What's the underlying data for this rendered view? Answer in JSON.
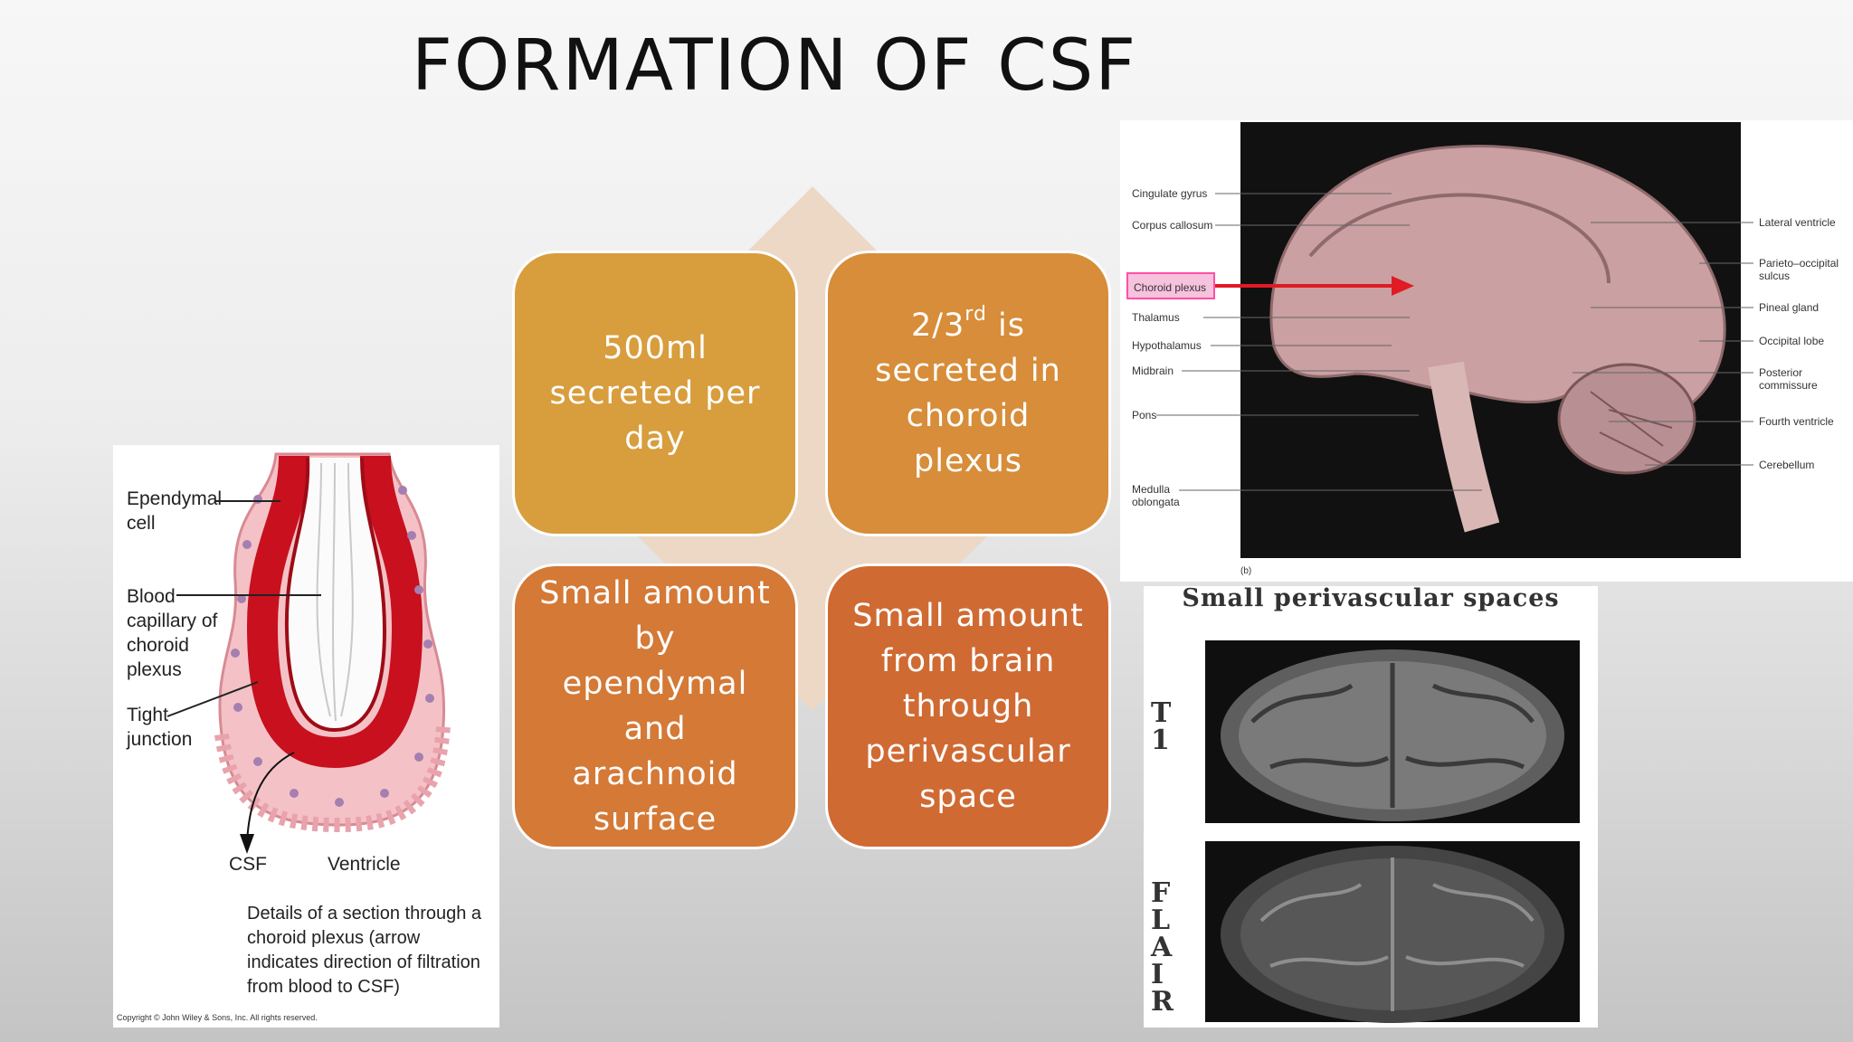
{
  "slide": {
    "title": "FORMATION OF CSF"
  },
  "tiles": [
    {
      "before": "500ml secreted per day",
      "sup": "",
      "after": ""
    },
    {
      "before": "2/3",
      "sup": "rd",
      "after": " is secreted in choroid plexus"
    },
    {
      "before": "Small amount by ependymal and arachnoid surface",
      "sup": "",
      "after": ""
    },
    {
      "before": "Small amount from brain through perivascular space",
      "sup": "",
      "after": ""
    }
  ],
  "choroid_diagram": {
    "ependymal": "Ependymal cell",
    "blood_capillary": "Blood capillary of choroid plexus",
    "tight_junction": "Tight junction",
    "csf": "CSF",
    "ventricle": "Ventricle",
    "caption": "Details of a section through a choroid plexus (arrow indicates direction of filtration from blood to CSF)",
    "copyright": "Copyright © John Wiley & Sons, Inc. All rights reserved."
  },
  "brain_diagram": {
    "left_labels": [
      "Cingulate gyrus",
      "Corpus callosum",
      "Choroid plexus",
      "Thalamus",
      "Hypothalamus",
      "Midbrain",
      "Pons",
      "Medulla oblongata"
    ],
    "right_labels": [
      "Lateral ventricle",
      "Parieto–occipital sulcus",
      "Pineal gland",
      "Occipital lobe",
      "Posterior commissure",
      "Fourth ventricle",
      "Cerebellum"
    ],
    "panel_tag": "(b)"
  },
  "mri": {
    "title": "Small perivascular spaces",
    "t1_label": "T 1",
    "flair_label": "F L A I R"
  },
  "colors": {
    "tile1": "#d89d3d",
    "tile2": "#d78d39",
    "tile3": "#d47936",
    "tile4": "#d06a33",
    "highlight": "#ff4fa6",
    "arrow": "#e01b24"
  }
}
